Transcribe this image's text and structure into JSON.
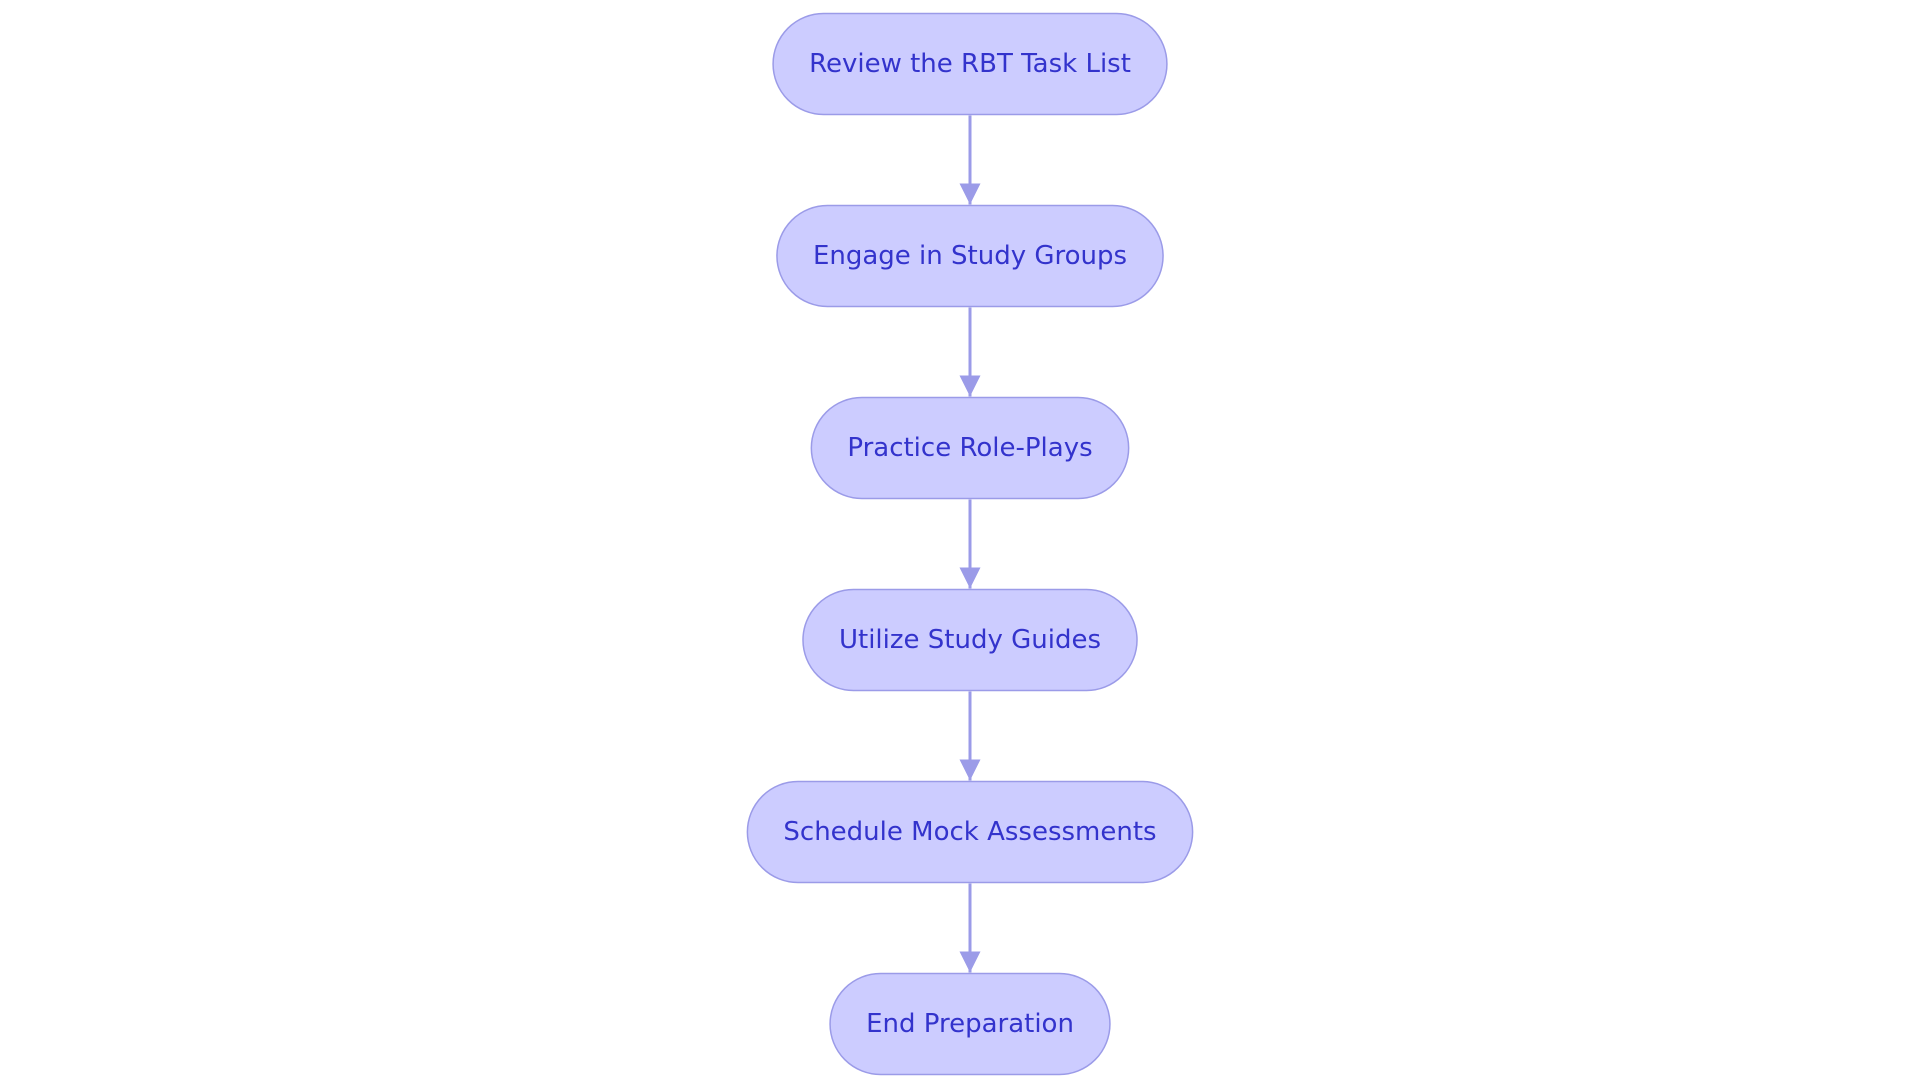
{
  "flowchart": {
    "nodes": [
      {
        "id": "review",
        "label": "Review the RBT Task List"
      },
      {
        "id": "study-groups",
        "label": "Engage in Study Groups"
      },
      {
        "id": "role-plays",
        "label": "Practice Role-Plays"
      },
      {
        "id": "study-guides",
        "label": "Utilize Study Guides"
      },
      {
        "id": "mock-assessments",
        "label": "Schedule Mock Assessments"
      },
      {
        "id": "end",
        "label": "End Preparation"
      }
    ],
    "edges": [
      {
        "from": "review",
        "to": "study-groups"
      },
      {
        "from": "study-groups",
        "to": "role-plays"
      },
      {
        "from": "role-plays",
        "to": "study-guides"
      },
      {
        "from": "study-guides",
        "to": "mock-assessments"
      },
      {
        "from": "mock-assessments",
        "to": "end"
      }
    ]
  },
  "colors": {
    "node_fill": "#ccccff",
    "node_stroke": "#9b9be8",
    "text": "#3333cc",
    "edge": "#9b9be8",
    "background": "#ffffff"
  }
}
